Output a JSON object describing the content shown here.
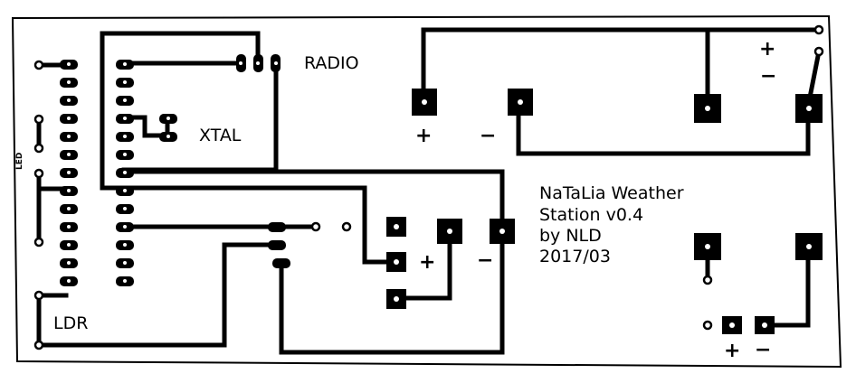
{
  "labels": {
    "radio": "RADIO",
    "xtal": "XTAL",
    "led": "LED",
    "ldr": "LDR",
    "title_line1": "NaTaLia Weather",
    "title_line2": "Station v0.4",
    "title_line3": "by NLD",
    "title_line4": "2017/03"
  },
  "polarity": {
    "power_top_plus": "+",
    "power_top_minus": "−",
    "power_right_plus": "+",
    "power_right_minus": "−",
    "mid_plus": "+",
    "mid_minus": "−",
    "bottom_plus": "+",
    "bottom_minus": "−"
  },
  "colors": {
    "copper": "#000000",
    "background": "#ffffff"
  }
}
